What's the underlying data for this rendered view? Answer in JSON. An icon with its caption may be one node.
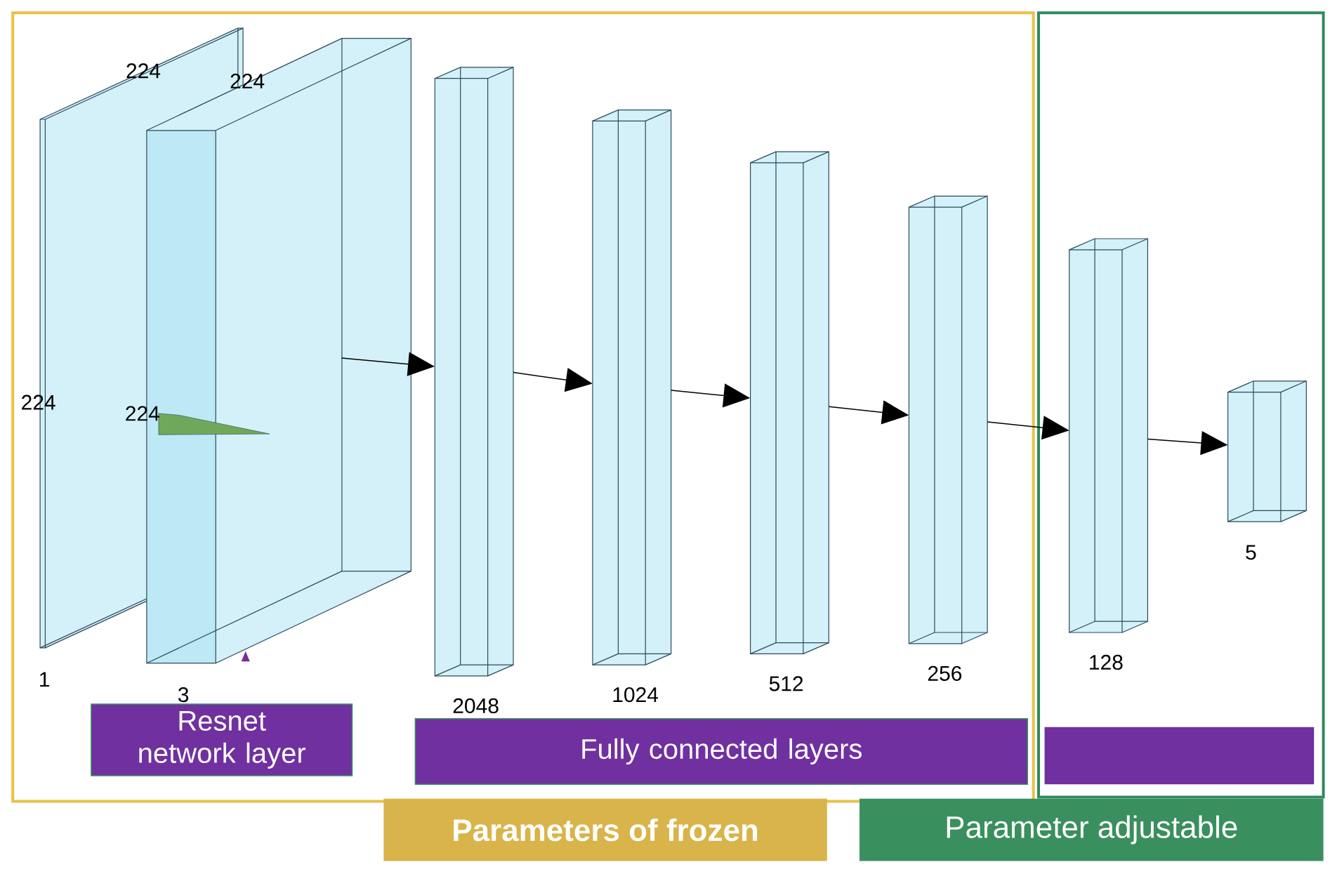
{
  "diagram": {
    "nodes": [
      {
        "text": [
          "Parameters of frozen"
        ]
      },
      {
        "text": [
          "Parameter adjustable"
        ]
      },
      {
        "text": [],
        "shape": "box",
        "in": 0,
        "beside": [
          "224",
          "224",
          "1"
        ]
      },
      {
        "text": [],
        "shape": "box",
        "in": 0,
        "beside": [
          "224",
          "224"
        ]
      },
      {
        "text": [],
        "shape": "box",
        "in": 0
      },
      {
        "text": [],
        "shape": "box",
        "in": 0,
        "beside": [
          "1024"
        ]
      },
      {
        "text": [],
        "shape": "box",
        "in": 0,
        "beside": [
          "512"
        ]
      },
      {
        "text": [],
        "shape": "box",
        "in": 0,
        "beside": [
          "256"
        ]
      },
      {
        "text": [],
        "shape": "box",
        "in": 1,
        "beside": [
          "128"
        ]
      },
      {
        "text": [],
        "shape": "box",
        "in": 1,
        "beside": [
          "5"
        ]
      },
      {
        "text": [
          "Resnet network layer"
        ],
        "in": 0
      },
      {
        "text": [
          "Fully connected layers"
        ],
        "in": 0
      },
      {
        "text": [],
        "shape": "bar",
        "in": 1
      }
    ],
    "edges": [
      {
        "from": 3,
        "to": 4,
        "arrow": "to"
      },
      {
        "from": 4,
        "to": 5,
        "arrow": "to"
      },
      {
        "from": 5,
        "to": 6,
        "arrow": "to"
      },
      {
        "from": 6,
        "to": 7,
        "arrow": "to"
      },
      {
        "from": 7,
        "to": 8,
        "arrow": "to"
      },
      {
        "from": 8,
        "to": 9,
        "arrow": "to"
      }
    ],
    "labels": [
      "3",
      "2048"
    ]
  }
}
